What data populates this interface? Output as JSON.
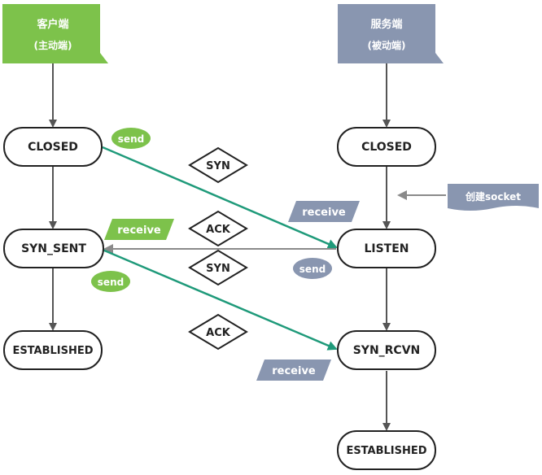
{
  "colors": {
    "client": "#7dc24b",
    "server": "#8996b0",
    "accent_line": "#1f9a7a",
    "gray_line": "#8a8a8a",
    "flow_line": "#555555",
    "node_stroke": "#222222",
    "diamond_stroke": "#222222"
  },
  "headers": {
    "client": {
      "line1": "客户端",
      "line2": "(主动端)"
    },
    "server": {
      "line1": "服务端",
      "line2": "(被动端)"
    }
  },
  "states": {
    "client_closed": "CLOSED",
    "client_syn_sent": "SYN_SENT",
    "client_established": "ESTABLISHED",
    "server_closed": "CLOSED",
    "server_listen": "LISTEN",
    "server_syn_rcvn": "SYN_RCVN",
    "server_established": "ESTABLISHED"
  },
  "messages": {
    "syn_1": "SYN",
    "ack_1": "ACK",
    "syn_2": "SYN",
    "ack_2": "ACK"
  },
  "actions": {
    "send_1": "send",
    "receive_server_1": "receive",
    "receive_client": "receive",
    "send_server": "send",
    "send_client_2": "send",
    "receive_server_2": "receive"
  },
  "socket_label": "创建socket"
}
